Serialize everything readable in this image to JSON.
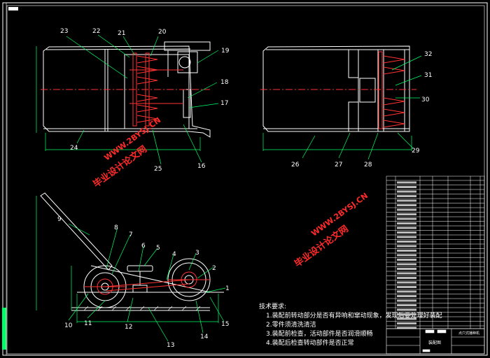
{
  "labels": [
    "1",
    "2",
    "3",
    "4",
    "5",
    "6",
    "7",
    "8",
    "9",
    "10",
    "11",
    "12",
    "13",
    "14",
    "15",
    "16",
    "17",
    "18",
    "19",
    "20",
    "21",
    "22",
    "23",
    "24",
    "25",
    "26",
    "27",
    "28",
    "29",
    "30",
    "31",
    "32"
  ],
  "watermarks": [
    "毕业设计论文网",
    "WWW.2BYSJ.CN"
  ],
  "notes": {
    "heading": "技术要求:",
    "items": [
      "1.装配前转动部分是否有异响和窜动现象，发现后要处理好装配",
      "2.零件须清洗清洁",
      "3.装配前检查，活动部件是否润滑顺畅",
      "4.装配后检查转动部件是否正常"
    ]
  },
  "title_block": {
    "name": "点穴式播种机",
    "drawing_title": "装配图"
  },
  "colors": {
    "background": "#000000",
    "outline": "#ffffff",
    "part": "#ff3333",
    "dimension": "#00ff66",
    "leader": "#00ff66",
    "watermark": "#ff2a2a"
  }
}
